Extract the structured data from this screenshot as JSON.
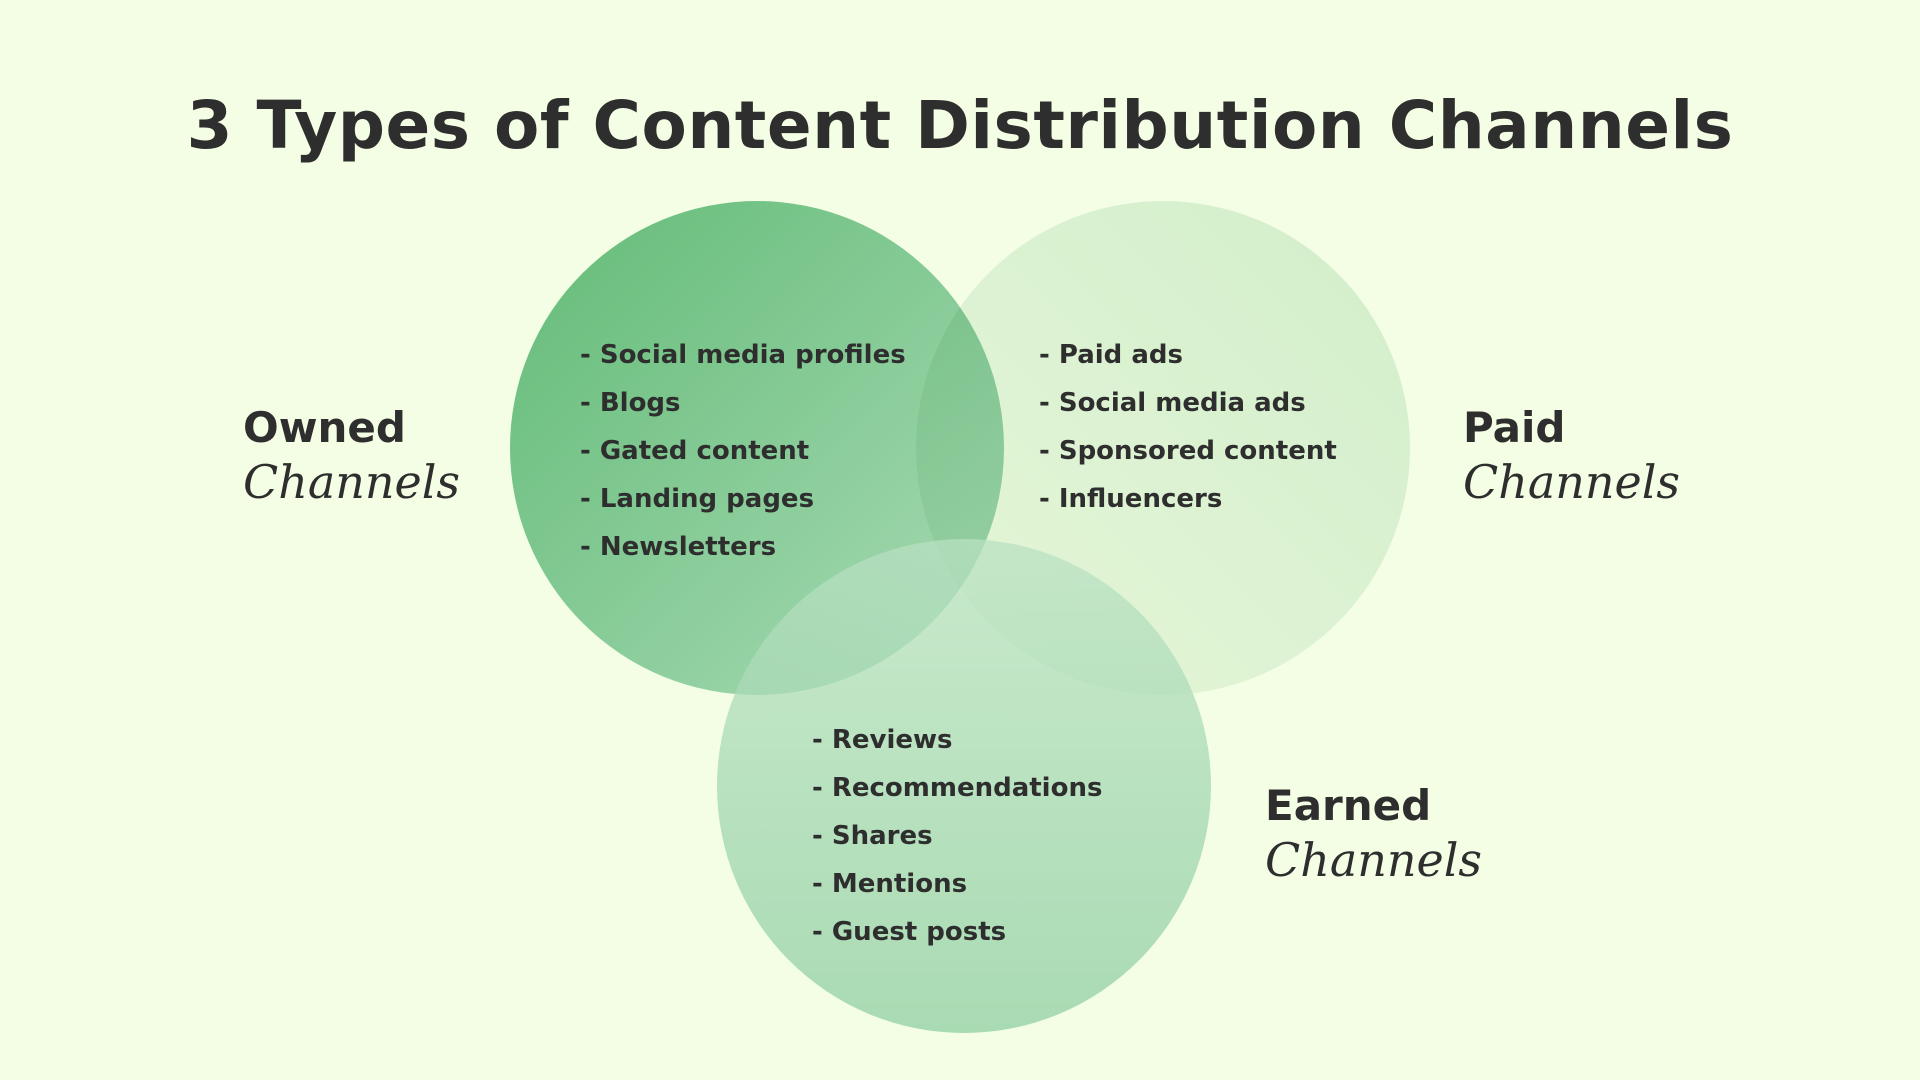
{
  "title": "3 Types of Content Distribution Channels",
  "colors": {
    "background": "#f3fee4",
    "text": "#2e2e2e",
    "owned_circle": "#6cc080",
    "paid_circle": "#e3f1e6",
    "earned_circle": "#b4dfbf"
  },
  "channels": {
    "owned": {
      "name": "Owned",
      "subtitle": "Channels",
      "items": [
        "- Social media profiles",
        "- Blogs",
        "- Gated content",
        "- Landing pages",
        "- Newsletters"
      ]
    },
    "paid": {
      "name": "Paid",
      "subtitle": "Channels",
      "items": [
        "- Paid ads",
        "- Social media ads",
        "- Sponsored content",
        "- Influencers"
      ]
    },
    "earned": {
      "name": "Earned",
      "subtitle": "Channels",
      "items": [
        "- Reviews",
        "- Recommendations",
        "- Shares",
        "- Mentions",
        "- Guest posts"
      ]
    }
  }
}
